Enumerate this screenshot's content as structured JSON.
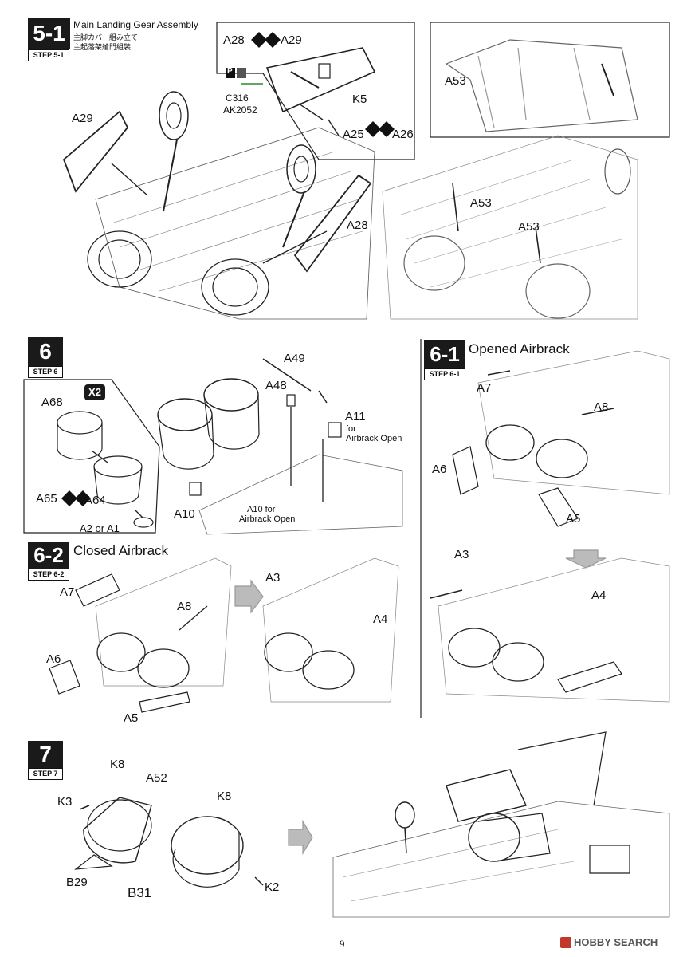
{
  "steps": {
    "s51": {
      "num": "5-1",
      "tag": "STEP 5-1",
      "title": "Main Landing Gear Assembly",
      "sub_jp": "主脚カバー組み立て",
      "sub_cn": "主起落架艙門組裝"
    },
    "s6": {
      "num": "6",
      "tag": "STEP 6"
    },
    "s61": {
      "num": "6-1",
      "tag": "STEP 6-1",
      "title": "Opened Airbrack"
    },
    "s62": {
      "num": "6-2",
      "tag": "STEP 6-2",
      "title": "Closed Airbrack"
    },
    "s7": {
      "num": "7",
      "tag": "STEP 7"
    }
  },
  "parts": {
    "a28": "A28",
    "a29": "A29",
    "a25": "A25",
    "a26": "A26",
    "k5": "K5",
    "a53": "A53",
    "a49": "A49",
    "a48": "A48",
    "a11": "A11",
    "a10": "A10",
    "a68": "A68",
    "a65": "A65",
    "a64": "A64",
    "a2a1": "A2 or A1",
    "a7": "A7",
    "a8": "A8",
    "a6": "A6",
    "a5": "A5",
    "a3": "A3",
    "a4": "A4",
    "k8": "K8",
    "a52": "A52",
    "k3": "K3",
    "b29": "B29",
    "b31": "B31",
    "k2": "K2"
  },
  "paint": {
    "p": "P",
    "c316": "C316",
    "ak2052": "AK2052"
  },
  "notes": {
    "x2": "X2",
    "for1": "for",
    "open1": "Airbrack Open",
    "a10for": "A10  for",
    "open2": "Airbrack Open"
  },
  "footer": {
    "page": "9",
    "brand": "HOBBY SEARCH"
  }
}
